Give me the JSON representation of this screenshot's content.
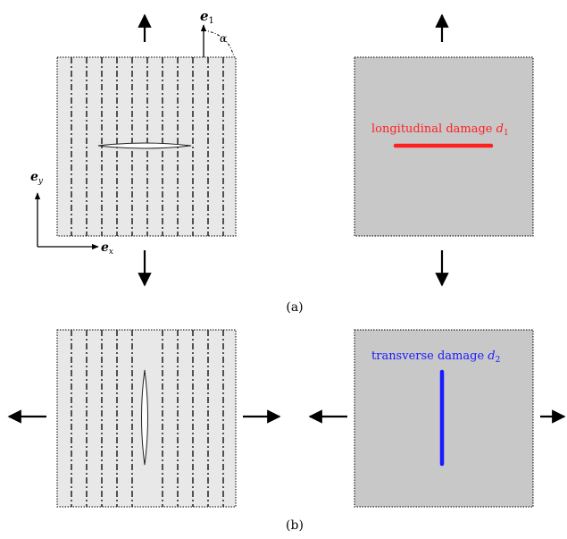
{
  "panels": {
    "a": {
      "caption": "(a)"
    },
    "b": {
      "caption": "(b)"
    }
  },
  "labels": {
    "e1_base": "e",
    "e1_sub": "1",
    "alpha": "α",
    "ey_base": "e",
    "ey_sub": "y",
    "ex_base": "e",
    "ex_sub": "x",
    "longitudinal_text": "longitudinal damage ",
    "longitudinal_sym": "d",
    "longitudinal_sub": "1",
    "transverse_text": "transverse damage ",
    "transverse_sym": "d",
    "transverse_sub": "2"
  },
  "colors": {
    "fiber_panel": "#e8e8e8",
    "damage_panel": "#c8c8c8",
    "longitudinal": "#ff2020",
    "transverse": "#1a1aff",
    "ink": "#000000"
  }
}
